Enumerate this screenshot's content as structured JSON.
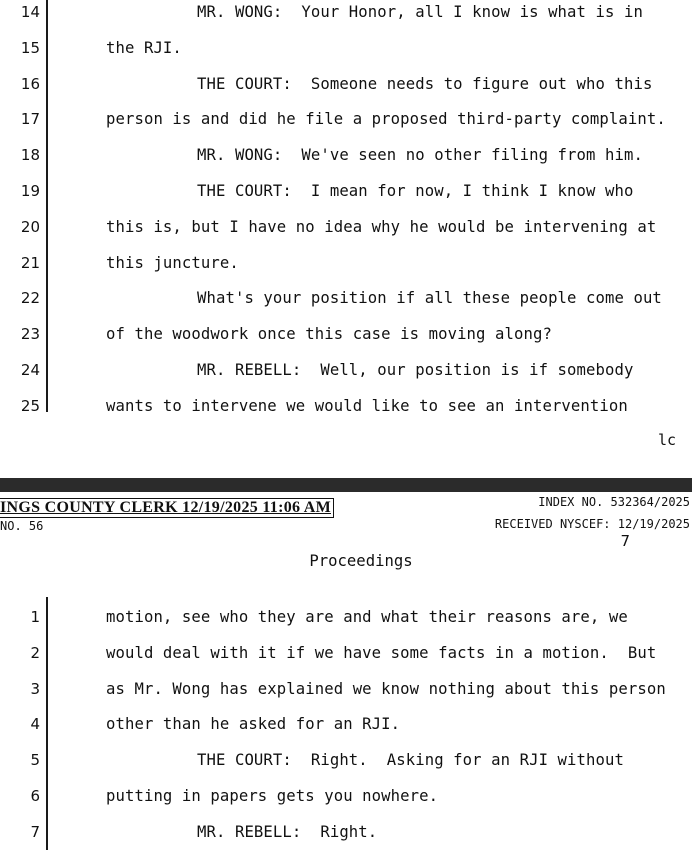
{
  "top_page": {
    "lines": [
      {
        "num": "14",
        "text": "MR. WONG:  Your Honor, all I know is what is in",
        "indent": true
      },
      {
        "num": "15",
        "text": "the RJI.",
        "indent": false
      },
      {
        "num": "16",
        "text": "THE COURT:  Someone needs to figure out who this",
        "indent": true
      },
      {
        "num": "17",
        "text": "person is and did he file a proposed third-party complaint.",
        "indent": false
      },
      {
        "num": "18",
        "text": "MR. WONG:  We've seen no other filing from him.",
        "indent": true
      },
      {
        "num": "19",
        "text": "THE COURT:  I mean for now, I think I know who",
        "indent": true
      },
      {
        "num": "20",
        "text": "this is, but I have no idea why he would be intervening at",
        "indent": false
      },
      {
        "num": "21",
        "text": "this juncture.",
        "indent": false
      },
      {
        "num": "22",
        "text": "What's your position if all these people come out",
        "indent": true
      },
      {
        "num": "23",
        "text": "of the woodwork once this case is moving along?",
        "indent": false
      },
      {
        "num": "24",
        "text": "MR. REBELL:  Well, our position is if somebody",
        "indent": true
      },
      {
        "num": "25",
        "text": "wants to intervene we would like to see an intervention",
        "indent": false
      }
    ],
    "page_code": "lc"
  },
  "header": {
    "county_clerk": "INGS COUNTY CLERK 12/19/2025 11:06 AM",
    "doc_no": "NO. 56",
    "index_no": "INDEX NO. 532364/2025",
    "received": "RECEIVED NYSCEF: 12/19/2025",
    "page_number": "7",
    "title": "Proceedings"
  },
  "bottom_page": {
    "lines": [
      {
        "num": "1",
        "text": "motion, see who they are and what their reasons are, we",
        "indent": false
      },
      {
        "num": "2",
        "text": "would deal with it if we have some facts in a motion.  But",
        "indent": false
      },
      {
        "num": "3",
        "text": "as Mr. Wong has explained we know nothing about this person",
        "indent": false
      },
      {
        "num": "4",
        "text": "other than he asked for an RJI.",
        "indent": false
      },
      {
        "num": "5",
        "text": "THE COURT:  Right.  Asking for an RJI without",
        "indent": true
      },
      {
        "num": "6",
        "text": "putting in papers gets you nowhere.",
        "indent": false
      },
      {
        "num": "7",
        "text": "MR. REBELL:  Right.",
        "indent": true
      }
    ]
  }
}
